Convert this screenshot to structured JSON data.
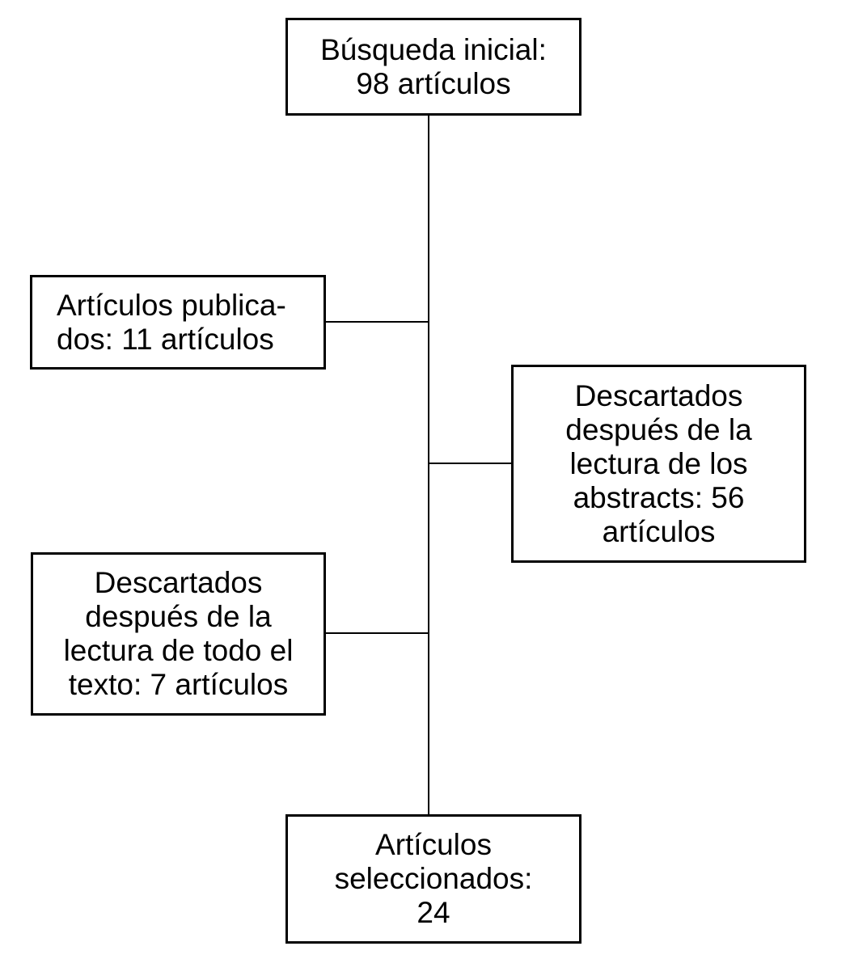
{
  "flowchart": {
    "colors": {
      "background": "#ffffff",
      "line": "#000000",
      "text": "#000000"
    },
    "boxes": {
      "initial_search": {
        "lines": [
          "Búsqueda inicial:",
          "98 artículos"
        ]
      },
      "published_articles": {
        "lines": [
          "Artículos publica-",
          "dos: 11 artículos"
        ]
      },
      "discarded_after_abstracts": {
        "lines": [
          "Descartados",
          "después de la",
          "lectura de los",
          "abstracts: 56",
          "artículos"
        ]
      },
      "discarded_after_full_text": {
        "lines": [
          "Descartados",
          "después de la",
          "lectura de todo el",
          "texto: 7 artículos"
        ]
      },
      "selected_articles": {
        "lines": [
          "Artículos",
          "seleccionados:",
          "24"
        ]
      }
    }
  }
}
